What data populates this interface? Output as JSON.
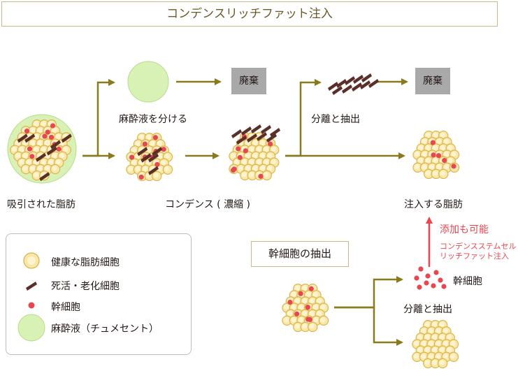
{
  "title": "コンデンスリッチファット注入",
  "labels": {
    "liposuction": "吸引された脂肪",
    "separate_anesthetic": "麻酔液を分ける",
    "condense": "コンデンス ( 濃縮 )",
    "separate_extract_top": "分離と抽出",
    "discard_1": "廃棄",
    "discard_2": "廃棄",
    "inject_fat": "注入する脂肪",
    "addable": "添加も可能",
    "csr_line1": "コンデンスステムセル",
    "csr_line2": "リッチファット注入",
    "stem_cell_extraction": "幹細胞の抽出",
    "stem_cells": "幹細胞",
    "separate_extract_bottom": "分離と抽出"
  },
  "legend": [
    {
      "icon": "healthy-fat-cell-icon",
      "label": "健康な脂肪細胞"
    },
    {
      "icon": "dead-cell-icon",
      "label": "死活・老化細胞"
    },
    {
      "icon": "stem-cell-icon",
      "label": "幹細胞"
    },
    {
      "icon": "anesthetic-icon",
      "label": "麻酔液（チュメセント）"
    }
  ],
  "colors": {
    "arrow": "#8a7a1e",
    "fat_fill": "#f8e7a6",
    "fat_stroke": "#d9b24a",
    "dead_cell": "#5a2f28",
    "stem_cell": "#e8474f",
    "anesthetic": "#d8f2b6",
    "discard_box": "#a9a9a9",
    "accent_red": "#e8474f"
  }
}
